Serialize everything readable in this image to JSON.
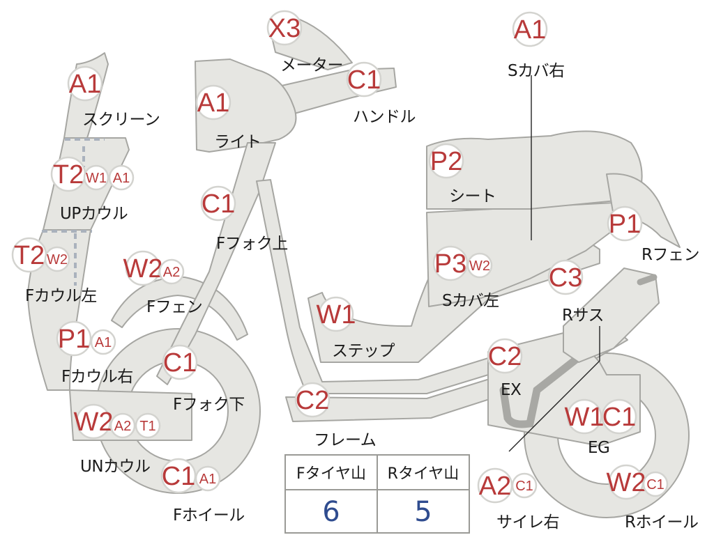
{
  "labels": {
    "screen": "スクリーン",
    "light": "ライト",
    "meter": "メーター",
    "handle": "ハンドル",
    "up_cowl": "UPカウル",
    "f_fork_upper": "Fフォク上",
    "f_cowl_left": "Fカウル左",
    "f_fender": "Fフェン",
    "f_cowl_right": "Fカウル右",
    "f_fork_lower": "Fフォク下",
    "un_cowl": "UNカウル",
    "f_wheel": "Fホイール",
    "step": "ステップ",
    "frame": "フレーム",
    "s_cover_right": "Sカバ右",
    "seat": "シート",
    "s_cover_left": "Sカバ左",
    "r_fender": "Rフェン",
    "r_sus": "Rサス",
    "ex": "EX",
    "eg": "EG",
    "silencer_right": "サイレ右",
    "r_wheel": "Rホイール"
  },
  "codes": {
    "screen": "A1",
    "light": "A1",
    "meter": "X3",
    "handle": "C1",
    "up_cowl": [
      "T2",
      "W1",
      "A1"
    ],
    "f_fork_upper": "C1",
    "f_cowl_left": [
      "T2",
      "W2"
    ],
    "f_fender": [
      "W2",
      "A2"
    ],
    "f_cowl_right": [
      "P1",
      "A1"
    ],
    "f_fork_lower": "C1",
    "un_cowl": [
      "W2",
      "A2",
      "T1"
    ],
    "f_wheel": [
      "C1",
      "A1"
    ],
    "step": "W1",
    "frame": "C2",
    "s_cover_right": "A1",
    "seat": "P2",
    "s_cover_left": [
      "P3",
      "W2"
    ],
    "r_fender": "P1",
    "r_sus": "C3",
    "ex": "C2",
    "eg": [
      "W1",
      "C1"
    ],
    "silencer_right": [
      "A2",
      "C1"
    ],
    "r_wheel": [
      "W2",
      "C1"
    ]
  },
  "tire_table": {
    "headers": [
      "Fタイヤ山",
      "Rタイヤ山"
    ],
    "values": [
      "6",
      "5"
    ]
  },
  "colors": {
    "code_text": "#b83a3a",
    "value_text": "#2f4c8f",
    "part_fill": "#e6e6e2"
  }
}
